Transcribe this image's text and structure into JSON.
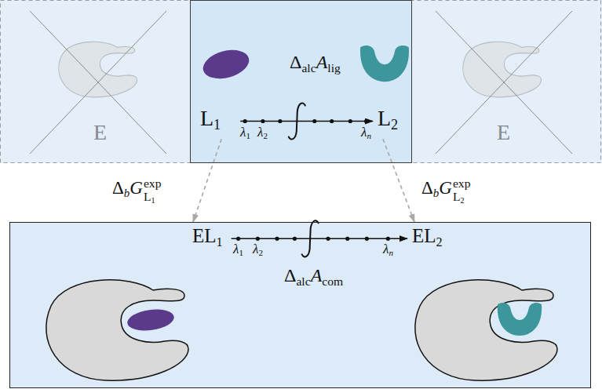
{
  "diagram": {
    "nodes": [
      {
        "text": [
          "E"
        ]
      },
      {
        "text": [
          "ΔalcAlig"
        ]
      },
      {
        "text": [
          "L1"
        ],
        "in": 1
      },
      {
        "text": [
          "L2"
        ],
        "in": 1
      },
      {
        "text": [
          "E"
        ]
      },
      {
        "text": [
          "ΔalcAcom"
        ]
      },
      {
        "text": [
          "EL1"
        ],
        "in": 5
      },
      {
        "text": [
          "EL2"
        ],
        "in": 5
      }
    ],
    "edges": [
      {
        "from": 2,
        "to": 3,
        "arrow": "to"
      },
      {
        "from": 6,
        "to": 7,
        "arrow": "to"
      },
      {
        "from": 2,
        "to": 6,
        "arrow": "to",
        "label": "ΔbGexpL1"
      },
      {
        "from": 3,
        "to": 7,
        "arrow": "to",
        "label": "ΔbGexpL2"
      }
    ],
    "labels": [
      "λ1",
      "λ2",
      "λn",
      "λ1",
      "λ2",
      "λn"
    ]
  }
}
